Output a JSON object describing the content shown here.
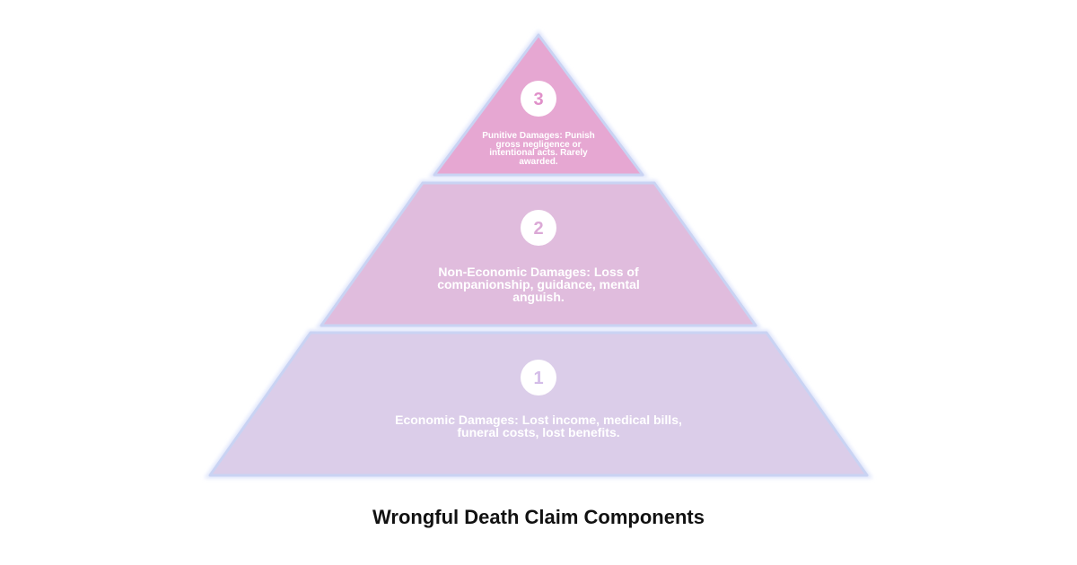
{
  "diagram": {
    "title": "Wrongful Death Claim Components",
    "tiers": [
      {
        "number": "1",
        "text": "Economic Damages: Lost income, medical bills, funeral costs, lost benefits.",
        "fill": "#dbcde9",
        "number_color": "#d4bde8"
      },
      {
        "number": "2",
        "text": "Non-Economic Damages: Loss of companionship, guidance, mental anguish.",
        "fill": "#e0bcdd",
        "number_color": "#dba9d6"
      },
      {
        "number": "3",
        "text": "Punitive Damages: Punish gross negligence or intentional acts. Rarely awarded.",
        "fill": "#e6a7d2",
        "number_color": "#e090c9"
      }
    ],
    "border_color": "#c9d3f3"
  }
}
